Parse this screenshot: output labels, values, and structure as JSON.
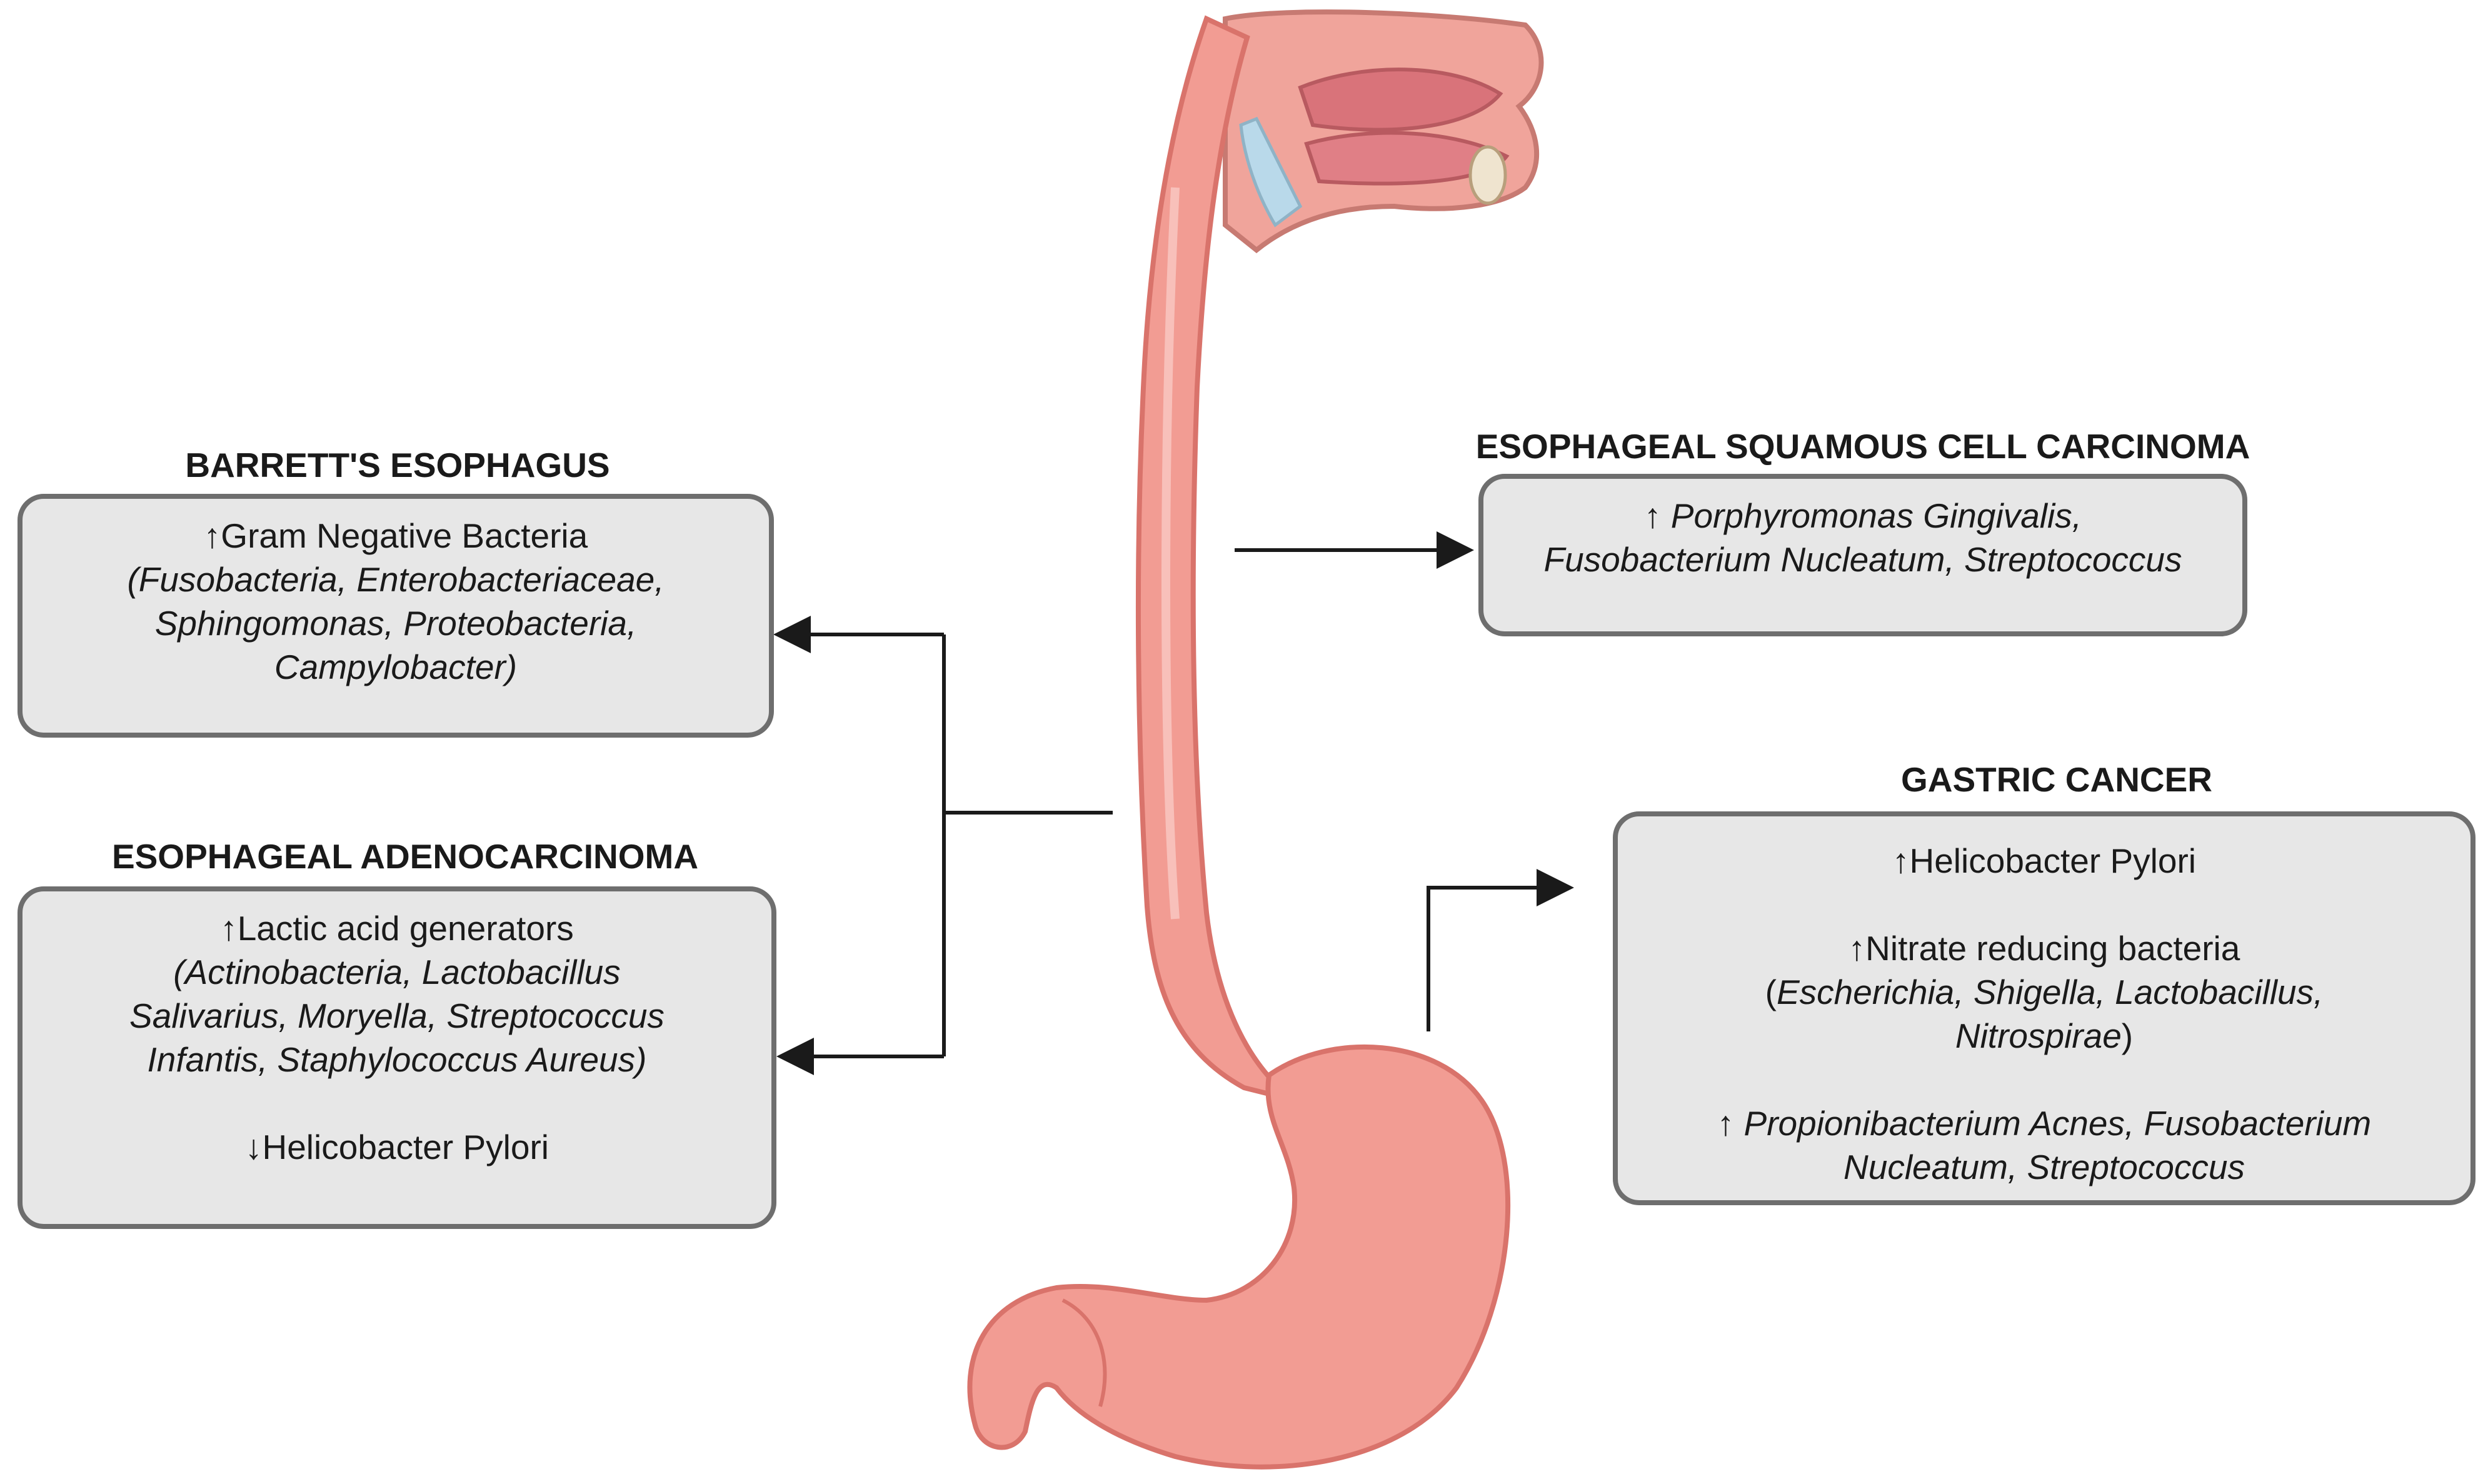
{
  "barretts": {
    "title": "BARRETT'S ESOPHAGUS",
    "line1": "↑Gram Negative Bacteria",
    "line2": "(Fusobacteria, Enterobacteriaceae,",
    "line3": "Sphingomonas, Proteobacteria,",
    "line4": "Campylobacter)"
  },
  "adeno": {
    "title": "ESOPHAGEAL ADENOCARCINOMA",
    "line1": "↑Lactic acid generators",
    "line2": "(Actinobacteria, Lactobacillus",
    "line3": "Salivarius, Moryella, Streptococcus",
    "line4": "Infantis, Staphylococcus Aureus)",
    "line5": "↓Helicobacter Pylori"
  },
  "escc": {
    "title": "ESOPHAGEAL SQUAMOUS CELL CARCINOMA",
    "arrow": "↑",
    "line1": "Porphyromonas Gingivalis,",
    "line2": "Fusobacterium Nucleatum, Streptococcus"
  },
  "gastric": {
    "title": "GASTRIC CANCER",
    "line1": "↑Helicobacter Pylori",
    "line2": "↑Nitrate reducing bacteria",
    "line3_open": "(",
    "line3": "Escherichia, Shigella, Lactobacillus,",
    "line4": "Nitrospirae",
    "line4_close": ")",
    "arrow5": "↑",
    "line5": "Propionibacterium Acnes, Fusobacterium",
    "line6": "Nucleatum, Streptococcus"
  },
  "colors": {
    "organ": "#f29c93",
    "organ_dark": "#d9736b",
    "box_fill": "#e7e7e7",
    "box_border": "#6e6e6e",
    "arrow": "#1a1a1a"
  }
}
